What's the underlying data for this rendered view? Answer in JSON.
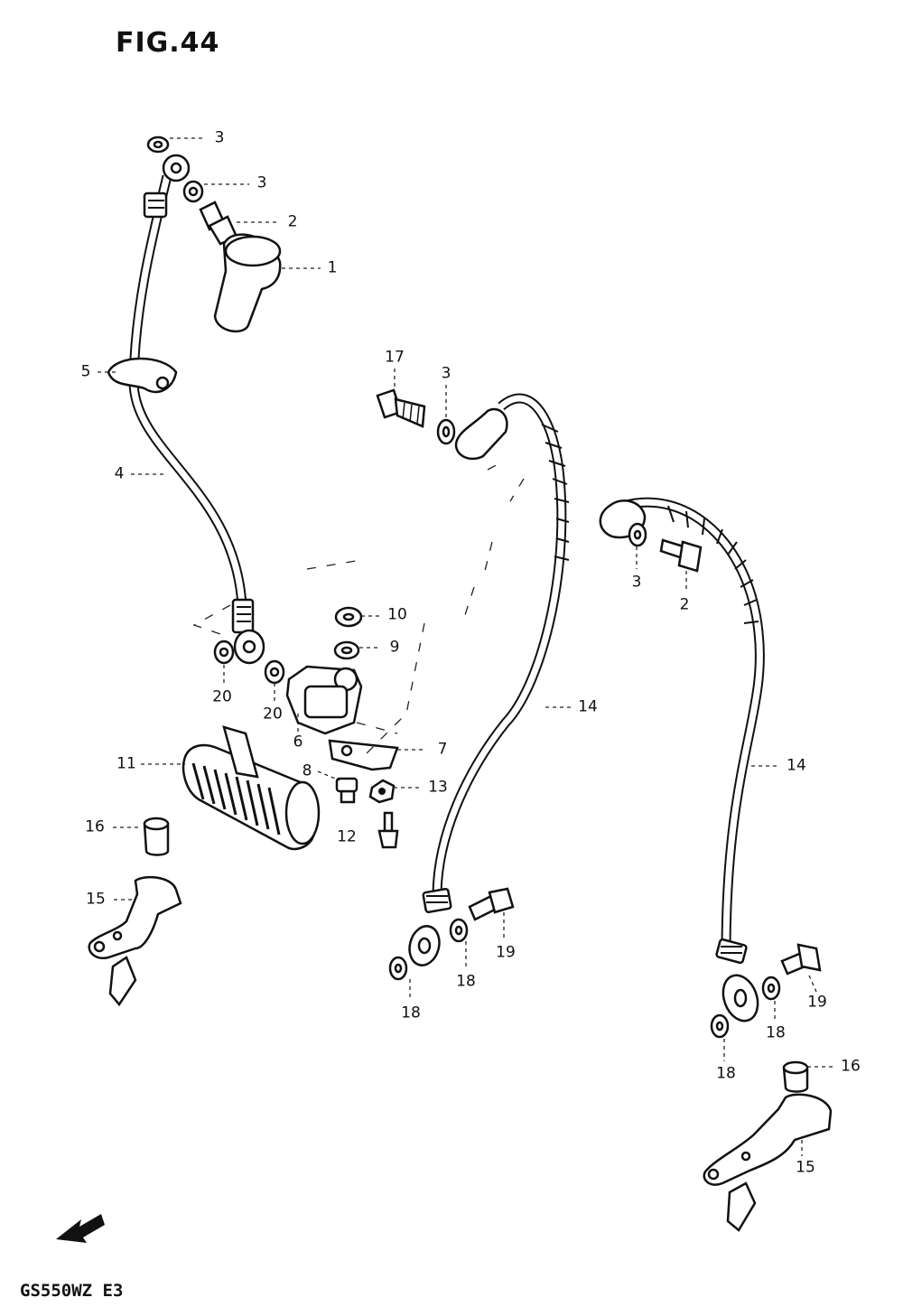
{
  "figure": {
    "title": "FIG.44",
    "model_code": "GS550WZ E3"
  },
  "callouts": [
    {
      "id": "c3a",
      "text": "3"
    },
    {
      "id": "c3b",
      "text": "3"
    },
    {
      "id": "c2a",
      "text": "2"
    },
    {
      "id": "c1",
      "text": "1"
    },
    {
      "id": "c5",
      "text": "5"
    },
    {
      "id": "c4",
      "text": "4"
    },
    {
      "id": "c17",
      "text": "17"
    },
    {
      "id": "c3c",
      "text": "3"
    },
    {
      "id": "c3d",
      "text": "3"
    },
    {
      "id": "c2b",
      "text": "2"
    },
    {
      "id": "c10",
      "text": "10"
    },
    {
      "id": "c9",
      "text": "9"
    },
    {
      "id": "c20a",
      "text": "20"
    },
    {
      "id": "c20b",
      "text": "20"
    },
    {
      "id": "c6",
      "text": "6"
    },
    {
      "id": "c7",
      "text": "7"
    },
    {
      "id": "c14a",
      "text": "14"
    },
    {
      "id": "c14b",
      "text": "14"
    },
    {
      "id": "c11",
      "text": "11"
    },
    {
      "id": "c8",
      "text": "8"
    },
    {
      "id": "c13",
      "text": "13"
    },
    {
      "id": "c16a",
      "text": "16"
    },
    {
      "id": "c12",
      "text": "12"
    },
    {
      "id": "c15a",
      "text": "15"
    },
    {
      "id": "c19a",
      "text": "19"
    },
    {
      "id": "c18a",
      "text": "18"
    },
    {
      "id": "c18b",
      "text": "18"
    },
    {
      "id": "c19b",
      "text": "19"
    },
    {
      "id": "c18c",
      "text": "18"
    },
    {
      "id": "c18d",
      "text": "18"
    },
    {
      "id": "c16b",
      "text": "16"
    },
    {
      "id": "c15b",
      "text": "15"
    }
  ]
}
